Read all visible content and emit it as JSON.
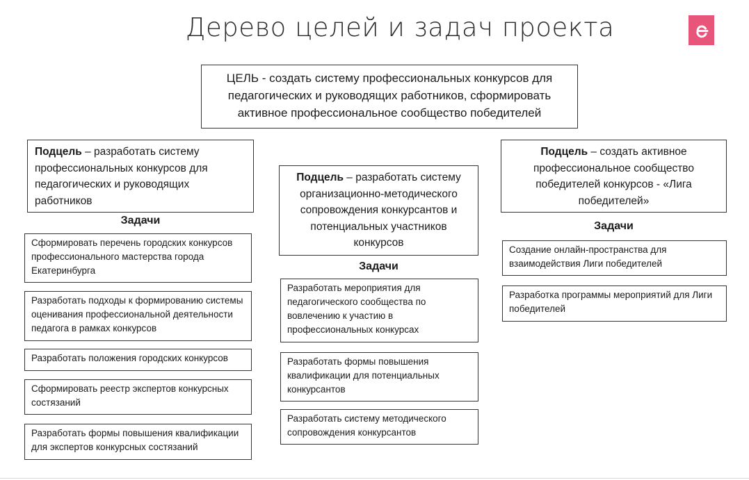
{
  "title": "Дерево целей и задач проекта",
  "goal": {
    "label": "ЦЕЛЬ - ",
    "text": "создать систему профессиональных конкурсов для педагогических и руководящих работников, сформировать активное профессиональное сообщество победителей"
  },
  "subgoals": [
    {
      "label": "Подцель",
      "text": " – разработать систему профессиональных конкурсов для педагогических и руководящих работников",
      "tasks_heading": "Задачи",
      "tasks": [
        "Сформировать перечень городских конкурсов профессионального мастерства города Екатеринбурга",
        "Разработать подходы к формированию системы  оценивания профессиональной деятельности педагога в рамках конкурсов",
        "Разработать положения городских конкурсов",
        "Сформировать реестр экспертов конкурсных состязаний",
        "Разработать формы повышения квалификации для экспертов конкурсных состязаний"
      ]
    },
    {
      "label": "Подцель",
      "text": " – разработать систему организационно-методического сопровождения конкурсантов и потенциальных участников конкурсов",
      "tasks_heading": "Задачи",
      "tasks": [
        "Разработать мероприятия для педагогического сообщества по вовлечению к участию в профессиональных конкурсах",
        "Разработать формы повышения квалификации для потенциальных конкурсантов",
        "Разработать систему методического сопровождения конкурсантов"
      ]
    },
    {
      "label": "Подцель",
      "text": " – создать активное профессиональное сообщество победителей конкурсов - «Лига победителей»",
      "tasks_heading": "Задачи",
      "tasks": [
        "Создание онлайн-пространства для взаимодействия Лиги победителей",
        "Разработка программы мероприятий для  Лиги победителей"
      ]
    }
  ],
  "logo_icon": "brand-e-icon",
  "colors": {
    "logo_bg": "#e8557a"
  }
}
